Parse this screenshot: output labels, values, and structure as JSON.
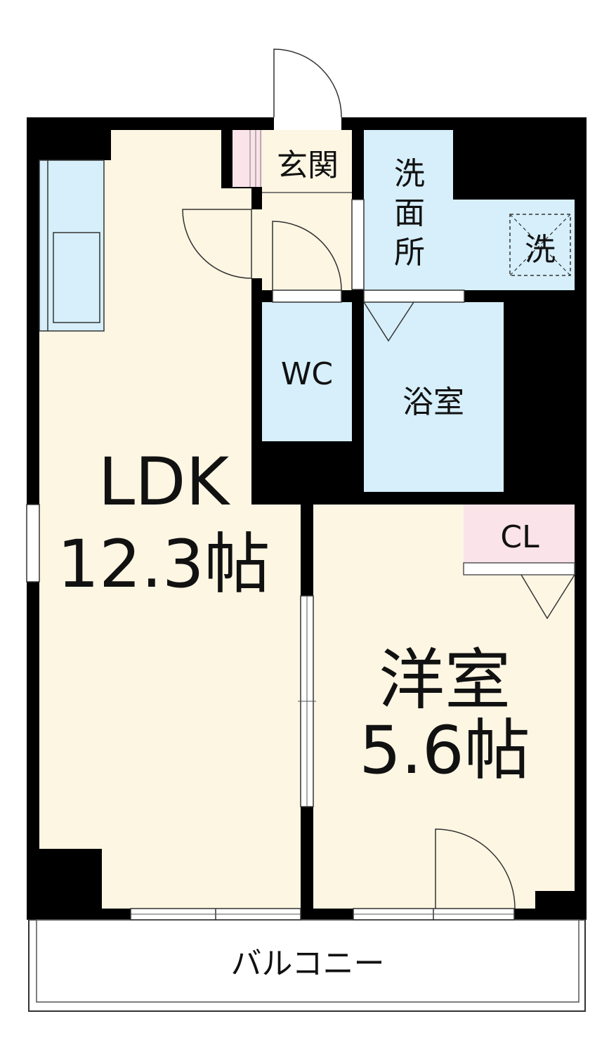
{
  "rooms": {
    "ldk_name": "LDK",
    "ldk_size": "12.3帖",
    "western_name": "洋室",
    "western_size": "5.6帖",
    "entrance": "玄関",
    "washroom_1": "洗",
    "washroom_2": "面",
    "washroom_3": "所",
    "washer": "洗",
    "wc": "WC",
    "bath": "浴室",
    "closet": "CL",
    "balcony": "バルコニー"
  },
  "colors": {
    "wall": "#000000",
    "living_floor": "#fdf6e3",
    "wet_area": "#d6effa",
    "closet": "#fbe3ea",
    "outline": "#333333"
  }
}
